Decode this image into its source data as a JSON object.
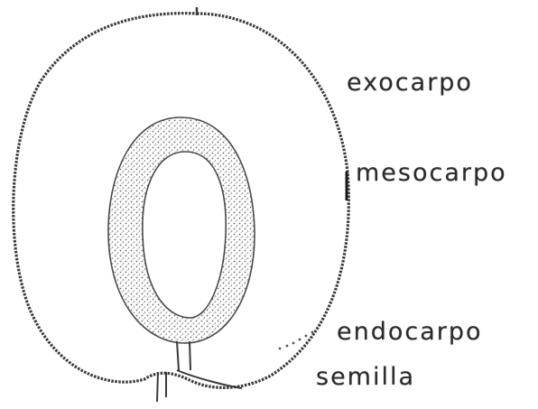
{
  "labels": {
    "exocarpo": "exocarpo",
    "mesocarpo": "mesocarpo",
    "endocarpo": "endocarpo",
    "semilla": "semilla"
  },
  "colors": {
    "stroke": "#3a3a3a",
    "stipple": "#6a6a6a",
    "background": "#ffffff"
  }
}
